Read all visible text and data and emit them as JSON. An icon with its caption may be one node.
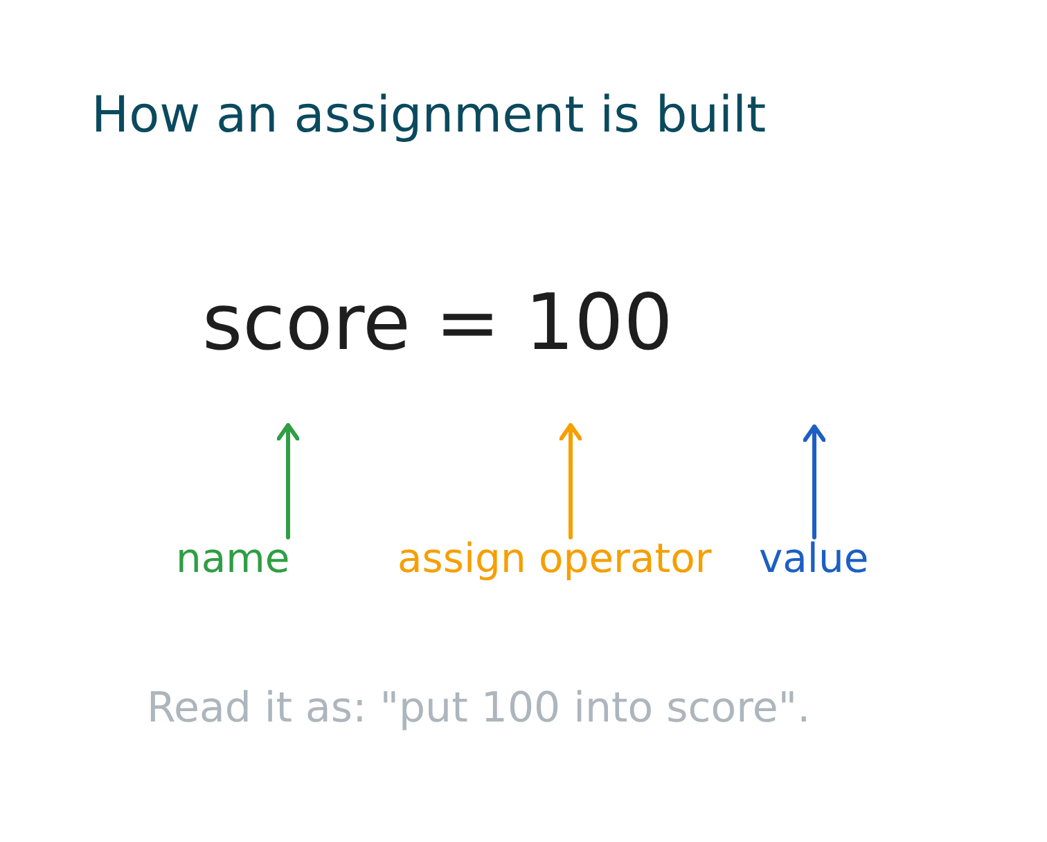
{
  "diagram": {
    "title": "How an assignment is built",
    "nodes": [
      {
        "text": [
          "name"
        ]
      },
      {
        "text": [
          "assign operator"
        ]
      },
      {
        "text": [
          "value"
        ]
      }
    ],
    "edges": [
      {
        "from": 0,
        "to": null,
        "arrow": "to",
        "color": "#2f9e44"
      },
      {
        "from": 1,
        "to": null,
        "arrow": "to",
        "color": "#f59f00"
      },
      {
        "from": 2,
        "to": null,
        "arrow": "to",
        "color": "#1c5fc4"
      }
    ],
    "labels": [
      "score = 100"
    ],
    "caption": "Read it as: \"put 100 into score\"."
  }
}
